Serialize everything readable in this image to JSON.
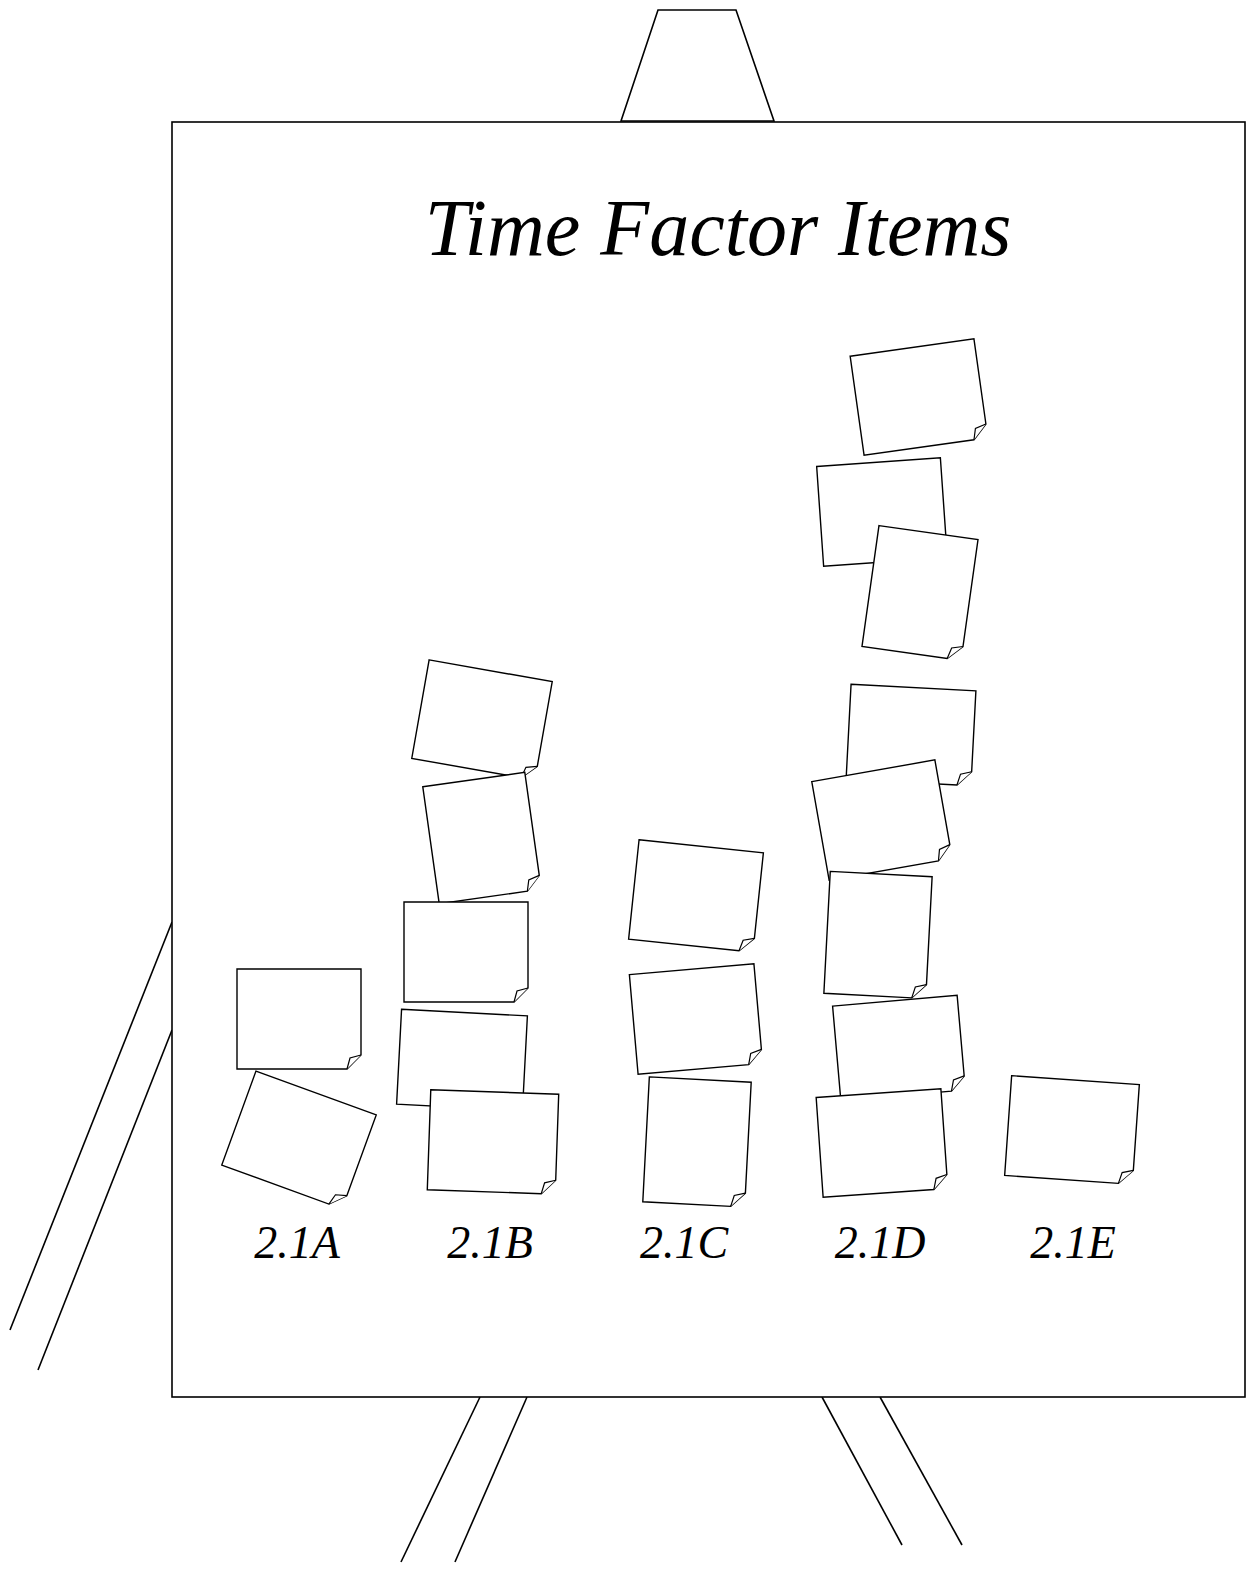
{
  "diagram": {
    "title": "Time Factor Items",
    "labels": [
      "2.1A",
      "2.1B",
      "2.1C",
      "2.1D",
      "2.1E"
    ]
  }
}
